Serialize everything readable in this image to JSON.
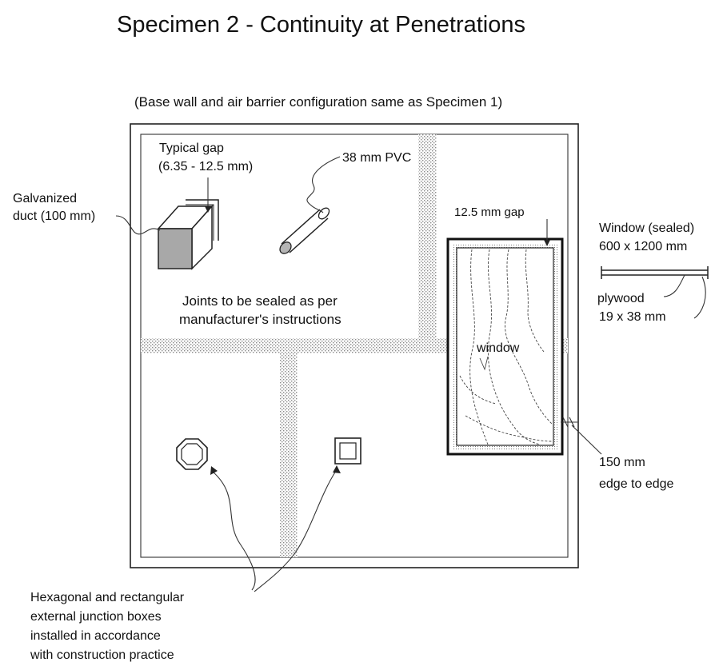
{
  "diagram": {
    "title": "Specimen 2 - Continuity at Penetrations",
    "subtitle": "(Base wall and air barrier  configuration same as Specimen 1)",
    "labels": {
      "typical_gap": [
        "Typical gap",
        "(6.35 - 12.5 mm)"
      ],
      "pvc": "38 mm PVC",
      "duct": [
        "Galvanized",
        "duct (100 mm)"
      ],
      "gap_12": "12.5 mm gap",
      "window_sealed": [
        "Window (sealed)",
        "600 x 1200 mm"
      ],
      "plywood": [
        "plywood",
        "19 x 38 mm"
      ],
      "joints": [
        "Joints to be sealed as per",
        "manufacturer's instructions"
      ],
      "window": "window",
      "edge": [
        "150 mm",
        "edge to edge"
      ],
      "junction": [
        "Hexagonal and rectangular",
        "external junction boxes",
        "installed in accordance",
        "with construction practice"
      ]
    },
    "colors": {
      "ink": "#222222",
      "duct_face": "#a8a8a8",
      "pvc_end": "#b5b5b5",
      "seam_dots": "#8a8a8a"
    },
    "icons": [
      "galvanized-duct-icon",
      "pvc-pipe-icon",
      "window-frame-icon",
      "hexagonal-junction-box-icon",
      "rectangular-junction-box-icon"
    ]
  }
}
